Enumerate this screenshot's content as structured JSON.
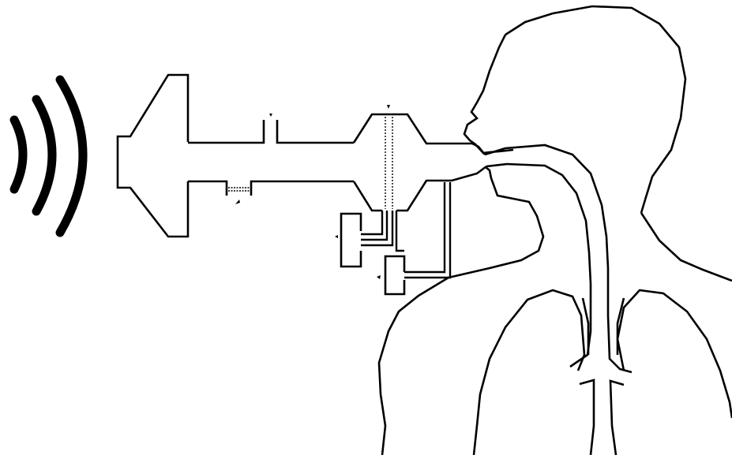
{
  "diagram": {
    "colors": {
      "line": "#000000",
      "background": "#ffffff"
    },
    "icons": {
      "sound_waves": "sound-waves-icon"
    },
    "components": [
      "sound-waves",
      "spirometer-horn",
      "breathing-tube",
      "sensor-port-top",
      "filter-screen",
      "mixing-chamber",
      "sensor-box-left",
      "sensor-box-right",
      "mouthpiece",
      "human-head-torso",
      "airway-trachea",
      "lungs"
    ]
  }
}
